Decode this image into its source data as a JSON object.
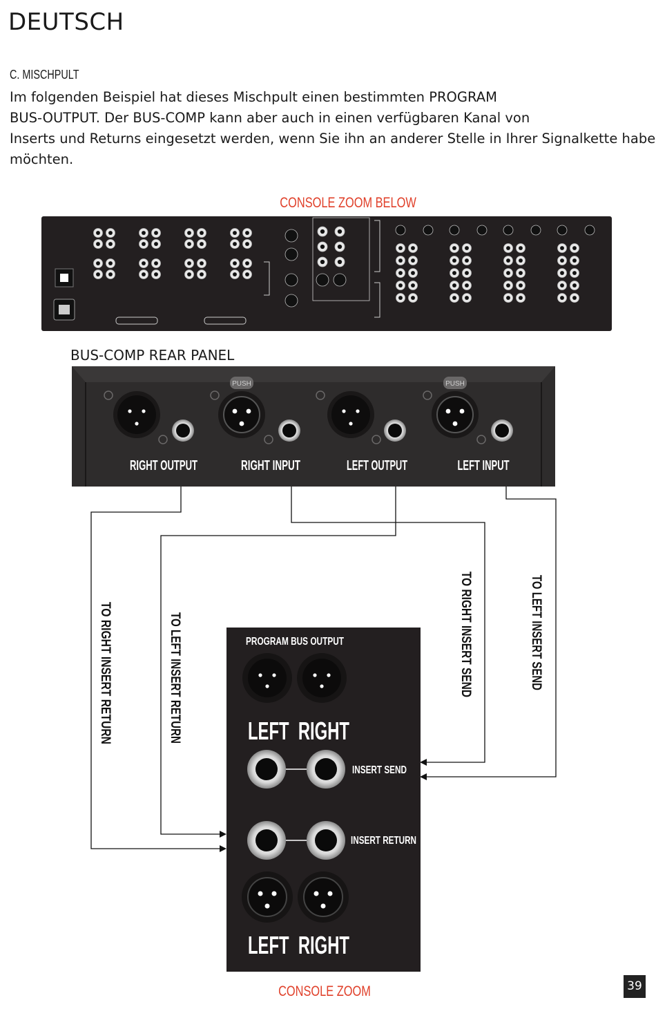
{
  "header": {
    "language": "DEUTSCH"
  },
  "section": {
    "title": "C. MISCHPULT",
    "paragraph_lines": [
      "Im folgenden Beispiel hat dieses Mischpult einen bestimmten PROGRAM",
      "BUS-OUTPUT. Der BUS-COMP kann aber auch in einen verfügbaren Kanal von",
      "Inserts und Returns eingesetzt werden, wenn Sie ihn an anderer Stelle in Ihrer Signalkette haben",
      "möchten."
    ]
  },
  "console_top": {
    "caption": "CONSOLE ZOOM BELOW"
  },
  "rear_panel": {
    "title": "BUS-COMP REAR PANEL",
    "push_label": "PUSH",
    "labels": [
      "RIGHT OUTPUT",
      "RIGHT INPUT",
      "LEFT OUTPUT",
      "LEFT INPUT"
    ]
  },
  "cables": {
    "to_right_insert_return": "TO RIGHT INSERT RETURN",
    "to_left_insert_return": "TO LEFT INSERT RETURN",
    "to_right_insert_send": "TO RIGHT INSERT SEND",
    "to_left_insert_send": "TO LEFT INSERT SEND"
  },
  "console_zoom": {
    "title": "PROGRAM BUS OUTPUT",
    "left_right_top": "LEFT  RIGHT",
    "insert_send": "INSERT SEND",
    "insert_return": "INSERT RETURN",
    "left_right_bottom": "LEFT  RIGHT",
    "caption": "CONSOLE ZOOM"
  },
  "page": {
    "number": "39"
  },
  "colors": {
    "accent_red": "#e0402a",
    "panel": "#2e2c2c",
    "console": "#231f20"
  }
}
